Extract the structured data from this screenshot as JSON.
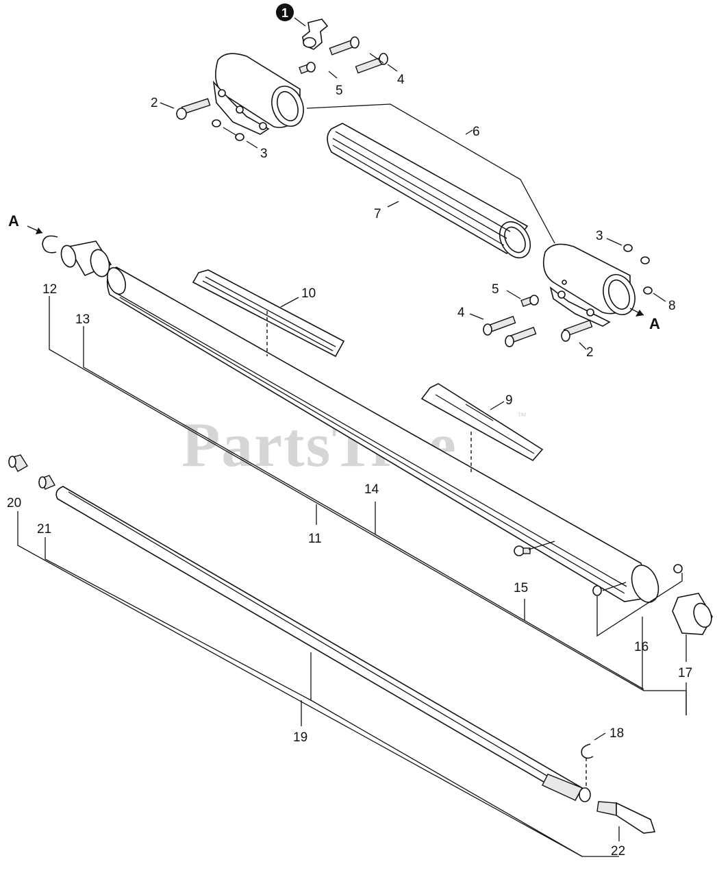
{
  "watermark": {
    "text": "PartsTree",
    "trademark": "™"
  },
  "badge": {
    "number": "1"
  },
  "callouts": {
    "p2a": "2",
    "p2b": "2",
    "p3a": "3",
    "p3b": "3",
    "p4a": "4",
    "p4b": "4",
    "p5a": "5",
    "p5b": "5",
    "p6": "6",
    "p7": "7",
    "p8": "8",
    "p9": "9",
    "p10": "10",
    "p11": "11",
    "p12": "12",
    "p13": "13",
    "p14": "14",
    "p15": "15",
    "p16": "16",
    "p17": "17",
    "p18": "18",
    "p19": "19",
    "p20": "20",
    "p21": "21",
    "p22": "22",
    "a_left": "A",
    "a_right": "A"
  }
}
